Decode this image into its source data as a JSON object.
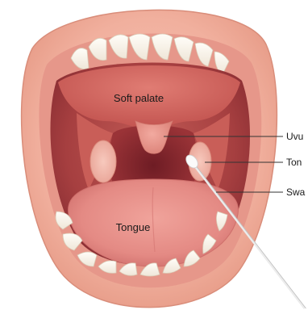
{
  "diagram": {
    "inner_labels": {
      "soft_palate": "Soft palate",
      "tongue": "Tongue"
    },
    "callouts": [
      {
        "key": "uvula",
        "text": "Uvu"
      },
      {
        "key": "tonsil",
        "text": "Ton"
      },
      {
        "key": "swab",
        "text": "Swa"
      }
    ]
  }
}
